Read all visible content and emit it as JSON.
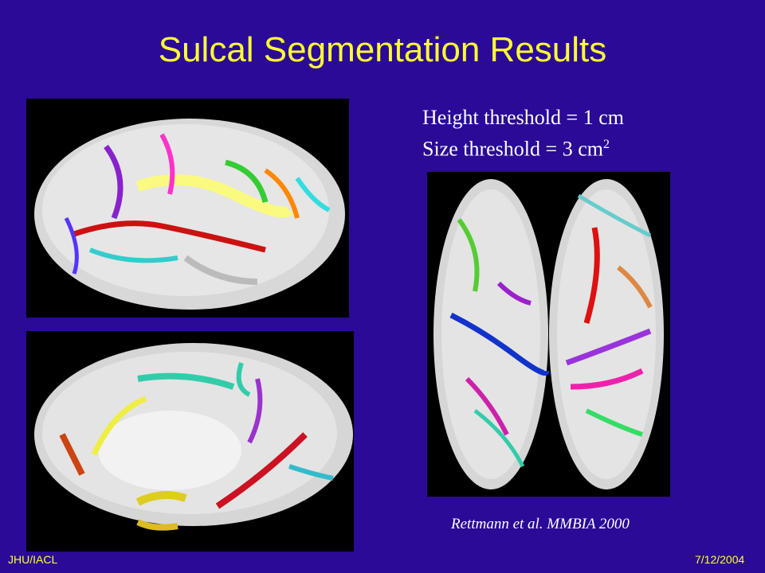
{
  "slide": {
    "title": "Sulcal Segmentation Results",
    "height_threshold": "Height threshold = 1 cm",
    "size_threshold_text": "Size threshold = 3 cm",
    "size_threshold_exponent": "2",
    "citation": "Rettmann et al. MMBIA 2000",
    "footer_left": "JHU/IACL",
    "footer_right": "7/12/2004"
  },
  "images": {
    "lateral_view": "brain-lateral-view",
    "medial_view": "brain-medial-view",
    "top_view": "brain-top-view"
  },
  "colors": {
    "background": "#2a0a96",
    "title": "#ffff33",
    "footer": "#ffff33",
    "text": "#ffffff"
  }
}
